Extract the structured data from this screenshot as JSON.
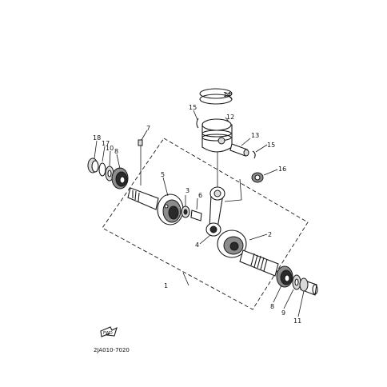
{
  "diagram": {
    "part_numbers": {
      "p1": "1",
      "p2": "2",
      "p3": "3",
      "p4": "4",
      "p5": "5",
      "p6": "6",
      "p7": "7",
      "p8a": "8",
      "p8b": "8",
      "p9": "9",
      "p10": "10",
      "p11": "11",
      "p12": "12",
      "p13": "13",
      "p14": "14",
      "p15a": "15",
      "p15b": "15",
      "p16": "16",
      "p17": "17",
      "p18": "18"
    },
    "front_arrow_label": "FWD",
    "figure_code": "2JA010-7020"
  }
}
